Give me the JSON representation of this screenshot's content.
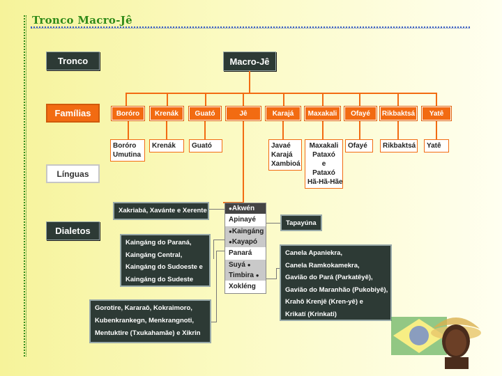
{
  "title": "Tronco Macro-Jê",
  "labels": {
    "tronco": "Tronco",
    "familias": "Famílias",
    "linguas": "Línguas",
    "dialetos": "Dialetos"
  },
  "root": "Macro-Jê",
  "families": [
    "Boróro",
    "Krenák",
    "Guató",
    "Jê",
    "Karajá",
    "Maxakali",
    "Ofayé",
    "Rikbaktsá",
    "Yatê"
  ],
  "languages": {
    "bororo": [
      "Boróro",
      "Umutina"
    ],
    "krenak": "Krenák",
    "guato": "Guató",
    "karaja": [
      "Javaé",
      "Karajá",
      "Xambioá"
    ],
    "maxakali": [
      "Maxakali",
      "Pataxó",
      "e",
      "Pataxó",
      "Hã-Hã-Hãe"
    ],
    "ofaye": "Ofayé",
    "rikbaktsa": "Rikbaktsá",
    "yate": "Yatê"
  },
  "je_stack": [
    "Akwén",
    "Apinayé",
    "Kaingáng",
    "Kayapó",
    "Panará",
    "Suyá",
    "Timbira",
    "Xokléng"
  ],
  "dialects": {
    "akwen": "Xakriabá, Xavánte e Xerente",
    "kaingang": [
      "Kaingáng do Paraná,",
      "Kaingáng Central,",
      "Kaingáng do Sudoeste e",
      "Kaingáng do Sudeste"
    ],
    "kayapo": [
      "Gorotire, Kararaô, Kokraimoro,",
      "Kubenkrankegn, Menkrangnoti,",
      "Mentuktire (Txukahamãe)  e Xikrin"
    ],
    "suya": "Tapayúna",
    "timbira": [
      "Canela Apaniekra,",
      "Canela Ramkokamekra,",
      "Gavião do Pará (Parkatêyê),",
      "Gavião do Maranhão (Pukobiyê),",
      "Krahô Krenjê (Kren-yê) e",
      "Krikatí (Krinkati)"
    ]
  }
}
